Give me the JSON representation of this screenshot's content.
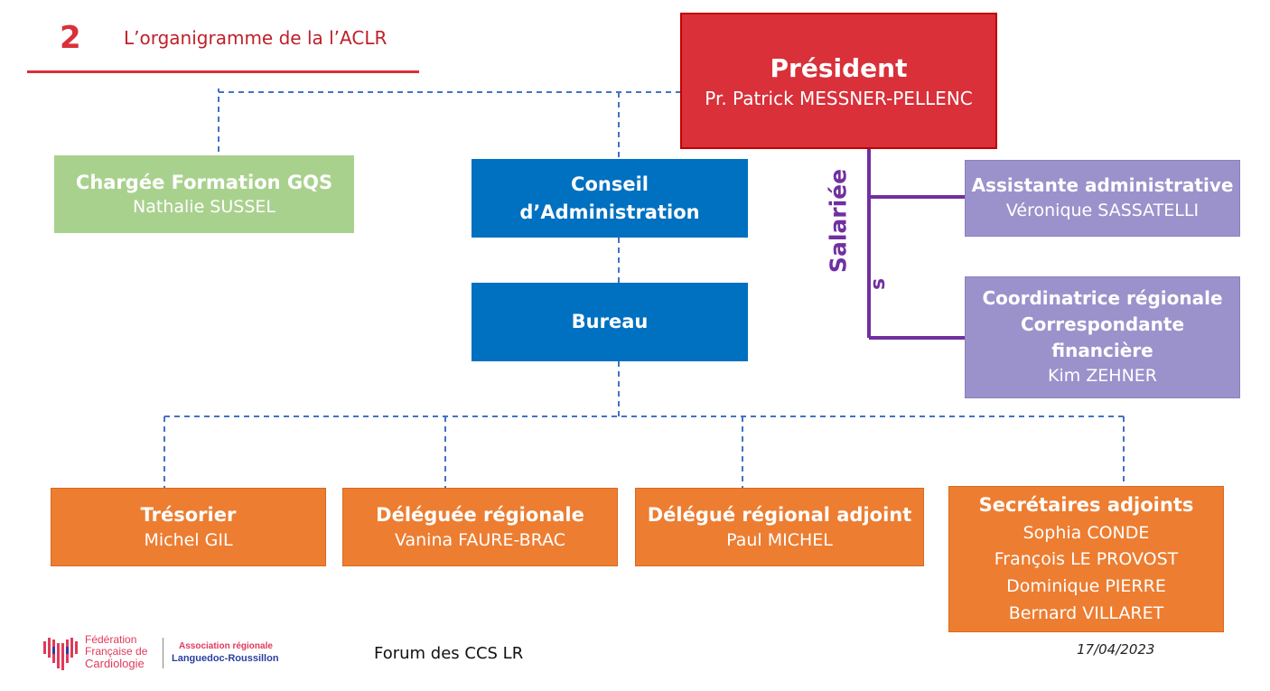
{
  "slide": {
    "number": "2",
    "title": "L’organigramme de la l’ACLR",
    "footer_center": "Forum des CCS LR",
    "date": "17/04/2023"
  },
  "logo": {
    "line1": "Fédération",
    "line2": "Française de",
    "line3": "Cardiologie",
    "assoc1": "Association régionale",
    "assoc2": "Languedoc-Roussillon"
  },
  "boxes": {
    "president": {
      "title": "Président",
      "name": "Pr. Patrick MESSNER-PELLENC"
    },
    "formation": {
      "title": "Chargée Formation GQS",
      "name": "Nathalie SUSSEL"
    },
    "conseil": {
      "line1": "Conseil",
      "line2": "d’Administration"
    },
    "bureau": {
      "title": "Bureau"
    },
    "assistante": {
      "title": "Assistante administrative",
      "name": "Véronique SASSATELLI"
    },
    "coordinatrice": {
      "line1": "Coordinatrice régionale",
      "line2": "Correspondante",
      "line3": "financière",
      "name": "Kim ZEHNER"
    },
    "tresorier": {
      "title": "Trésorier",
      "name": "Michel GIL"
    },
    "deleguee": {
      "title": "Déléguée régionale",
      "name": "Vanina FAURE-BRAC"
    },
    "delegue_adjoint": {
      "title": "Délégué régional adjoint",
      "name": "Paul MICHEL"
    },
    "secretaires": {
      "title": "Secrétaires adjoints",
      "names": [
        "Sophia CONDE",
        "François LE PROVOST",
        "Dominique PIERRE",
        "Bernard VILLARET"
      ]
    }
  },
  "salaries_label": {
    "main": "Salariée",
    "suffix": "s"
  },
  "colors": {
    "red": "#d9303a",
    "blue": "#0070c0",
    "green": "#a9d18e",
    "purple": "#9b92cc",
    "orange": "#ed7d31",
    "connector": "#4472c4",
    "salaries": "#7030a0"
  }
}
